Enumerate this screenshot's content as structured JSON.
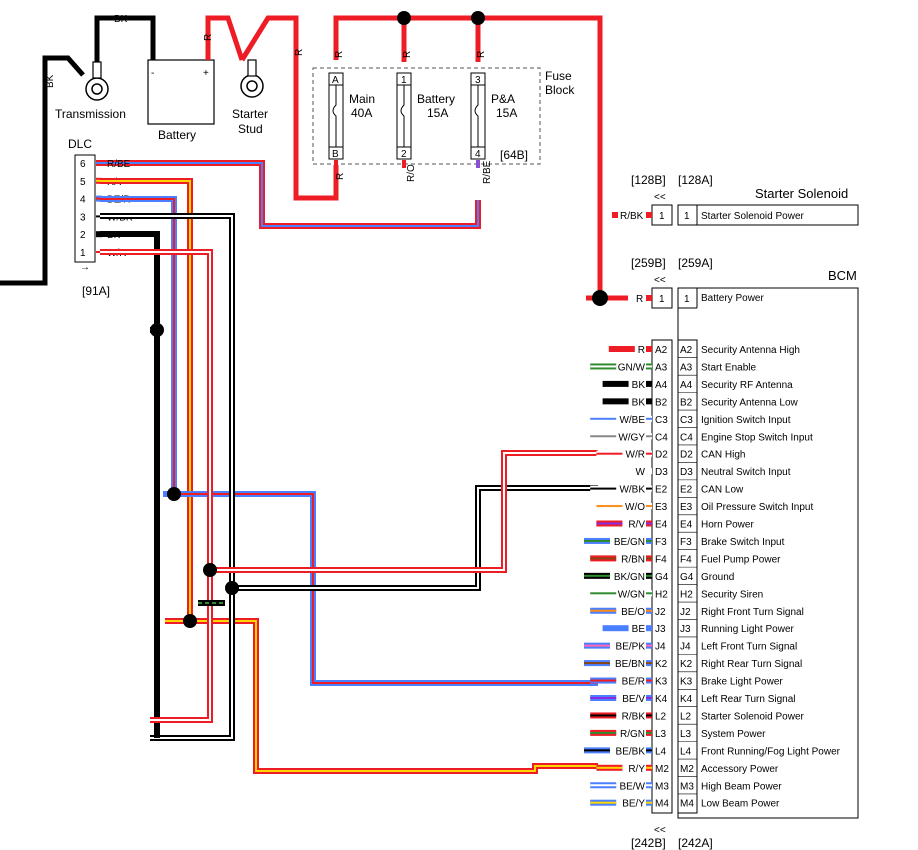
{
  "components": {
    "transmission": "Transmission",
    "battery": "Battery",
    "starter_stud_1": "Starter",
    "starter_stud_2": "Stud",
    "bk_tag_top": "BK",
    "bk_tag_left": "BK",
    "battery_neg": "-",
    "battery_pos": "+"
  },
  "fuse_block": {
    "title1": "Fuse",
    "title2": "Block",
    "connector": "[64B]",
    "fuses": [
      {
        "top_pin": "A",
        "bottom_pin": "B",
        "name": "Main",
        "rating": "40A",
        "wire_top": "R",
        "wire_bottom": "R"
      },
      {
        "top_pin": "1",
        "bottom_pin": "2",
        "name": "Battery",
        "rating": "15A",
        "wire_top": "R",
        "wire_bottom": "R/O"
      },
      {
        "top_pin": "3",
        "bottom_pin": "4",
        "name": "P&A",
        "rating": "15A",
        "wire_top": "R",
        "wire_bottom": "R/BE"
      }
    ],
    "feed_label": "R"
  },
  "dlc": {
    "title": "DLC",
    "connector": "[91A]",
    "pins": [
      {
        "pin": "6",
        "wire": "R/BE"
      },
      {
        "pin": "5",
        "wire": "R/Y"
      },
      {
        "pin": "4",
        "wire": "BE/R"
      },
      {
        "pin": "3",
        "wire": "W/BK"
      },
      {
        "pin": "2",
        "wire": "BK"
      },
      {
        "pin": "1",
        "wire": "W/R"
      }
    ]
  },
  "starter_solenoid": {
    "title": "Starter Solenoid",
    "conn_b": "[128B]",
    "conn_a": "[128A]",
    "pin_b": "1",
    "pin_a": "1",
    "wire": "R/BK",
    "function": "Starter Solenoid Power"
  },
  "bcm": {
    "title": "BCM",
    "conn1_b": "[259B]",
    "conn1_a": "[259A]",
    "power_pin_b": "1",
    "power_pin_a": "1",
    "power_wire": "R",
    "power_function": "Battery Power",
    "conn2_b": "[242B]",
    "conn2_a": "[242A]",
    "pins": [
      {
        "pin": "A2",
        "wire": "R",
        "function": "Security Antenna High"
      },
      {
        "pin": "A3",
        "wire": "GN/W",
        "function": "Start Enable"
      },
      {
        "pin": "A4",
        "wire": "BK",
        "function": "Security RF Antenna"
      },
      {
        "pin": "B2",
        "wire": "BK",
        "function": "Security Antenna Low"
      },
      {
        "pin": "C3",
        "wire": "W/BE",
        "function": "Ignition Switch Input"
      },
      {
        "pin": "C4",
        "wire": "W/GY",
        "function": "Engine Stop Switch Input"
      },
      {
        "pin": "D2",
        "wire": "W/R",
        "function": "CAN High"
      },
      {
        "pin": "D3",
        "wire": "W",
        "function": "Neutral Switch Input"
      },
      {
        "pin": "E2",
        "wire": "W/BK",
        "function": "CAN Low"
      },
      {
        "pin": "E3",
        "wire": "W/O",
        "function": "Oil Pressure Switch Input"
      },
      {
        "pin": "E4",
        "wire": "R/V",
        "function": "Horn Power"
      },
      {
        "pin": "F3",
        "wire": "BE/GN",
        "function": "Brake Switch Input"
      },
      {
        "pin": "F4",
        "wire": "R/BN",
        "function": "Fuel Pump Power"
      },
      {
        "pin": "G4",
        "wire": "BK/GN",
        "function": "Ground"
      },
      {
        "pin": "H2",
        "wire": "W/GN",
        "function": "Security Siren"
      },
      {
        "pin": "J2",
        "wire": "BE/O",
        "function": "Right Front Turn Signal"
      },
      {
        "pin": "J3",
        "wire": "BE",
        "function": "Running Light Power"
      },
      {
        "pin": "J4",
        "wire": "BE/PK",
        "function": "Left Front Turn Signal"
      },
      {
        "pin": "K2",
        "wire": "BE/BN",
        "function": "Right Rear Turn Signal"
      },
      {
        "pin": "K3",
        "wire": "BE/R",
        "function": "Brake Light Power"
      },
      {
        "pin": "K4",
        "wire": "BE/V",
        "function": "Left Rear Turn Signal"
      },
      {
        "pin": "L2",
        "wire": "R/BK",
        "function": "Starter Solenoid Power"
      },
      {
        "pin": "L3",
        "wire": "R/GN",
        "function": "System Power"
      },
      {
        "pin": "L4",
        "wire": "BE/BK",
        "function": "Front Running/Fog Light Power"
      },
      {
        "pin": "M2",
        "wire": "R/Y",
        "function": "Accessory Power"
      },
      {
        "pin": "M3",
        "wire": "BE/W",
        "function": "High Beam Power"
      },
      {
        "pin": "M4",
        "wire": "BE/Y",
        "function": "Low Beam Power"
      }
    ]
  },
  "wire_colors": {
    "R": "#ee1c25",
    "BK": "#000000",
    "W": "#ffffff",
    "BE": "#4a7fff",
    "Y": "#ffd700",
    "O": "#ff8c1a",
    "GN": "#2e8b2e",
    "V": "#8a2be2",
    "BN": "#8b4513",
    "PK": "#ff69b4",
    "GY": "#888888",
    "purple_mix": "#8a4fd0"
  }
}
